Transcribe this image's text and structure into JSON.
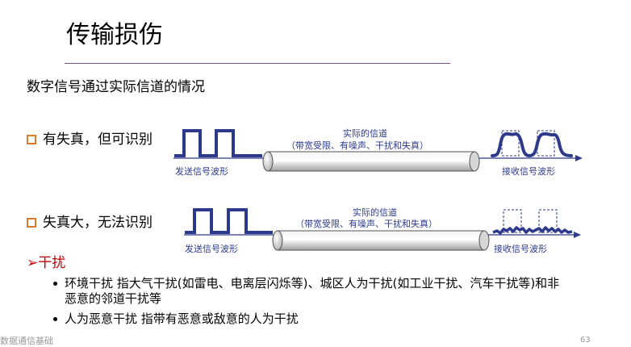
{
  "slide": {
    "title": "传输损伤",
    "subtitle": "数字信号通过实际信道的情况",
    "case1": {
      "label": "有失真，但可识别",
      "channel_title": "实际的信道",
      "channel_desc": "（带宽受限、有噪声、干扰和失真）",
      "send_label": "发送信号波形",
      "recv_label": "接收信号波形"
    },
    "case2": {
      "label": "失真大，无法识别",
      "channel_title": "实际的信道",
      "channel_desc": "（带宽受限、有噪声、干扰和失真）",
      "send_label": "发送信号波形",
      "recv_label": "接收信号波形"
    },
    "interference": {
      "arrow": "➢",
      "heading": "干扰",
      "items": [
        {
          "line1": "环境干扰    指大气干扰(如雷电、电离层闪烁等)、城区人为干扰(如工业干扰、汽车干扰等)和非",
          "line2": "恶意的邻道干扰等"
        },
        {
          "line1": "人为恶意干扰  指带有恶意或敌意的人为干扰"
        }
      ]
    },
    "footer_left": "数据通信基础",
    "page_number": "63"
  },
  "colors": {
    "wave": "#2d3a8c",
    "bullet_border": "#d97b2b",
    "heading_red": "#c00000",
    "title_rule": "#7b4b8f"
  }
}
